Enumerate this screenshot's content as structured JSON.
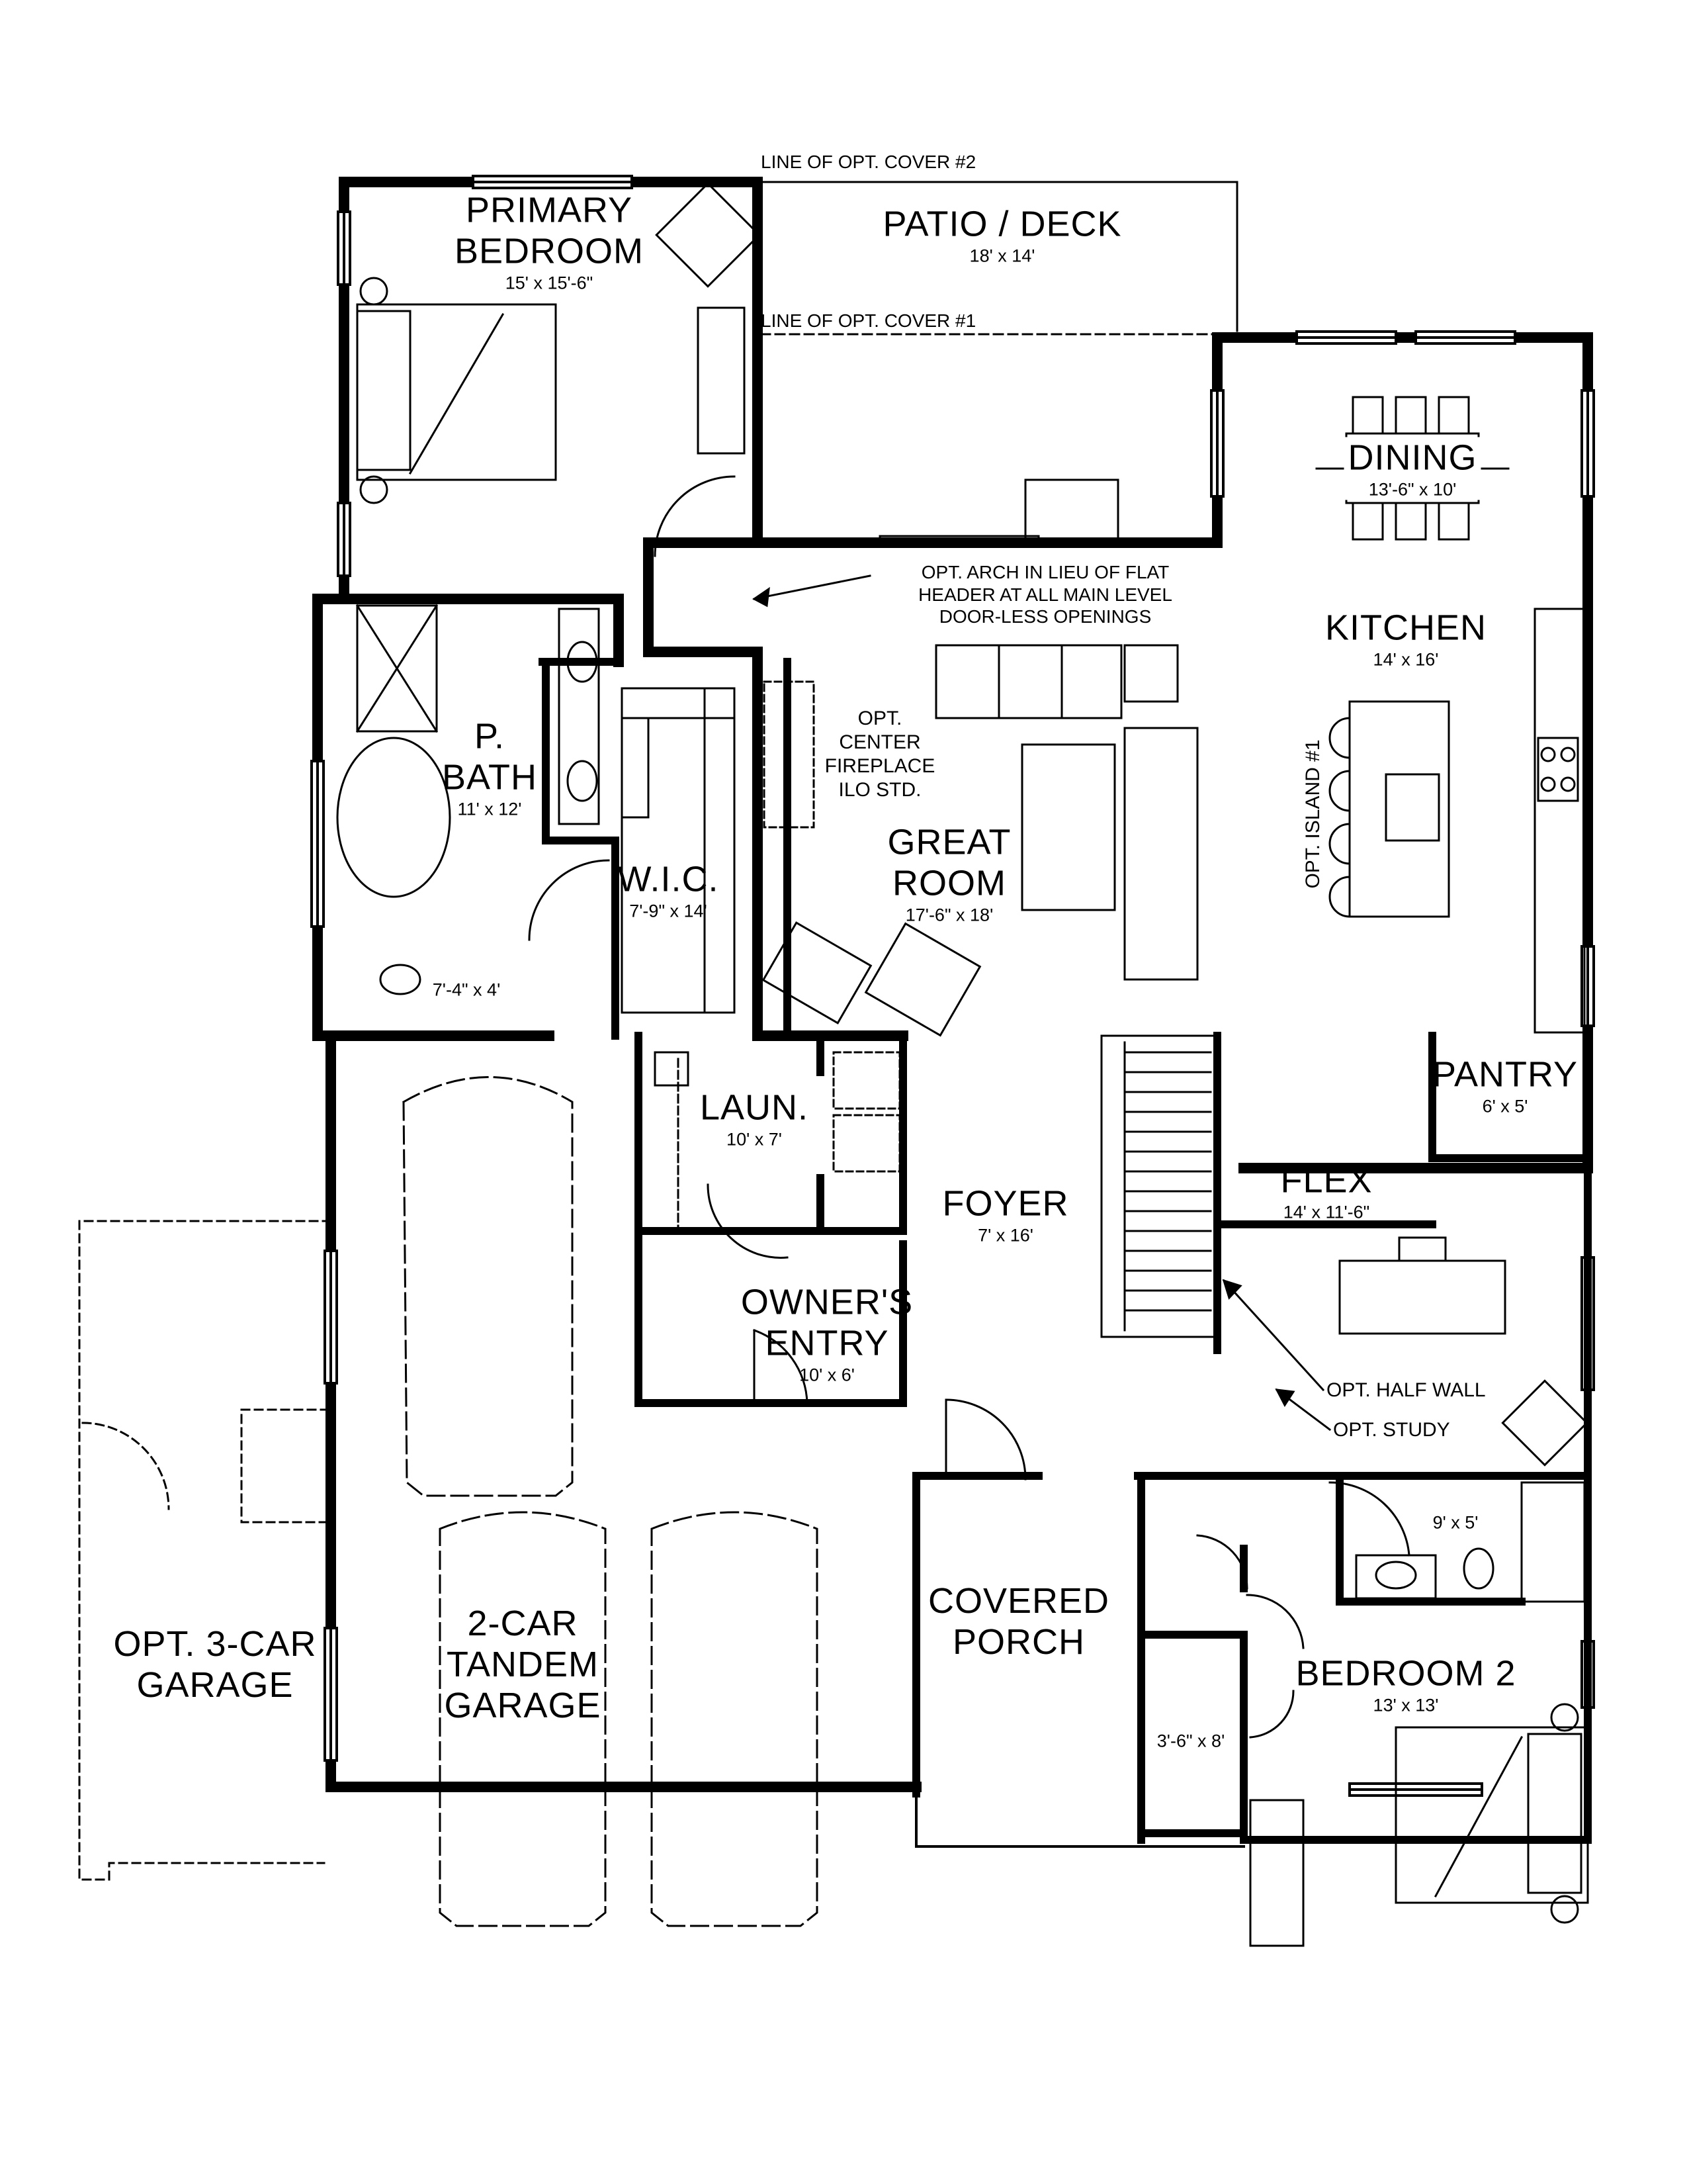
{
  "rooms": {
    "primary_bedroom": {
      "name_line1": "PRIMARY",
      "name_line2": "BEDROOM",
      "dims": "15' x 15'-6\""
    },
    "patio_deck": {
      "name": "PATIO / DECK",
      "dims": "18' x 14'"
    },
    "dining": {
      "name": "DINING",
      "dims": "13'-6\" x 10'"
    },
    "kitchen": {
      "name": "KITCHEN",
      "dims": "14' x 16'"
    },
    "p_bath": {
      "name_line1": "P.",
      "name_line2": "BATH",
      "dims": "11' x 12'"
    },
    "wic": {
      "name": "W.I.C.",
      "dims": "7'-9\" x 14'"
    },
    "toilet_room": {
      "dims": "7'-4\" x 4'"
    },
    "great_room": {
      "name_line1": "GREAT",
      "name_line2": "ROOM",
      "dims": "17'-6\" x 18'"
    },
    "laundry": {
      "name": "LAUN.",
      "dims": "10' x 7'"
    },
    "foyer": {
      "name": "FOYER",
      "dims": "7' x 16'"
    },
    "owners_entry": {
      "name_line1": "OWNER'S",
      "name_line2": "ENTRY",
      "dims": "10' x 6'"
    },
    "pantry": {
      "name": "PANTRY",
      "dims": "6' x 5'"
    },
    "flex": {
      "name": "FLEX",
      "dims": "14' x 11'-6\""
    },
    "hall_bath": {
      "dims": "9' x 5'"
    },
    "covered_porch": {
      "name_line1": "COVERED",
      "name_line2": "PORCH"
    },
    "bedroom_2": {
      "name": "BEDROOM 2",
      "dims": "13' x 13'"
    },
    "closet_2": {
      "dims": "3'-6\" x 8'"
    },
    "tandem_garage": {
      "name_line1": "2-CAR",
      "name_line2": "TANDEM",
      "name_line3": "GARAGE"
    },
    "opt_garage": {
      "name_line1": "OPT. 3-CAR",
      "name_line2": "GARAGE"
    }
  },
  "notes": {
    "cover2": "LINE OF OPT. COVER #2",
    "cover1": "LINE OF OPT. COVER #1",
    "arch_line1": "OPT. ARCH IN LIEU OF FLAT",
    "arch_line2": "HEADER AT ALL MAIN LEVEL",
    "arch_line3": "DOOR-LESS OPENINGS",
    "fireplace_line1": "OPT.",
    "fireplace_line2": "CENTER",
    "fireplace_line3": "FIREPLACE",
    "fireplace_line4": "ILO STD.",
    "island": "OPT. ISLAND #1",
    "half_wall": "OPT. HALF WALL",
    "study": "OPT. STUDY"
  }
}
